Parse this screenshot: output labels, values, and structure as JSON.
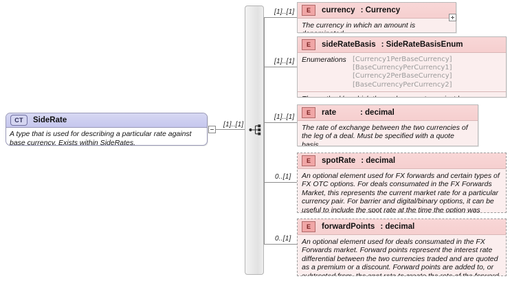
{
  "diagram": {
    "kind": "xsd-schema-diagram",
    "compositor": {
      "name": "sequence",
      "icon": "sequence-icon"
    }
  },
  "complex_type": {
    "badge": "CT",
    "name": "SideRate",
    "documentation": "A type that is used for describing a particular rate against base currency. Exists within SideRates.",
    "collapse_toggle": "minus-icon",
    "cardinality": "[1]..[1]"
  },
  "elements": [
    {
      "badge": "E",
      "name": "currency",
      "type": ": Currency",
      "cardinality": "[1]..[1]",
      "optional": false,
      "documentation": "The currency in which an amount is denominated.",
      "expander": "plus-icon"
    },
    {
      "badge": "E",
      "name": "sideRateBasis",
      "type": ": SideRateBasisEnum",
      "cardinality": "[1]..[1]",
      "optional": false,
      "enumerations_label": "Enumerations",
      "enumerations": [
        "[Currency1PerBaseCurrency]",
        "[BaseCurrencyPerCurrency1]",
        "[Currency2PerBaseCurrency]",
        "[BaseCurrencyPerCurrency2]"
      ],
      "documentation": "The method by which the exchange rate against base currency is quoted."
    },
    {
      "badge": "E",
      "name": "rate",
      "type": ": decimal",
      "cardinality": "[1]..[1]",
      "optional": false,
      "documentation": "The rate of exchange between the two currencies of the leg of a deal. Must be specified with a quote basis."
    },
    {
      "badge": "E",
      "name": "spotRate",
      "type": ": decimal",
      "cardinality": "0..[1]",
      "optional": true,
      "documentation": "An optional element used for FX forwards and certain types of FX OTC options. For deals consumated in the FX Forwards Market, this represents the current market rate for a particular currency pair. For barrier and digital/binary options, it can be useful to include the spot rate at the time the option was executed to make it easier to know whether the option needs to move \"up\" or \"down\" to be triggered."
    },
    {
      "badge": "E",
      "name": "forwardPoints",
      "type": ": decimal",
      "cardinality": "0..[1]",
      "optional": true,
      "documentation": "An optional element used for deals consumated in the FX Forwards market. Forward points represent the interest rate differential between the two currencies traded and are quoted as a premium or a discount. Forward points are added to, or subtracted from, the spot rate to create the rate of the forward trade."
    }
  ],
  "colors": {
    "element_fill": "#fbeeee",
    "element_header": "#f6cfcf",
    "type_header": "#cdcef0",
    "line": "#8d8d8d"
  }
}
